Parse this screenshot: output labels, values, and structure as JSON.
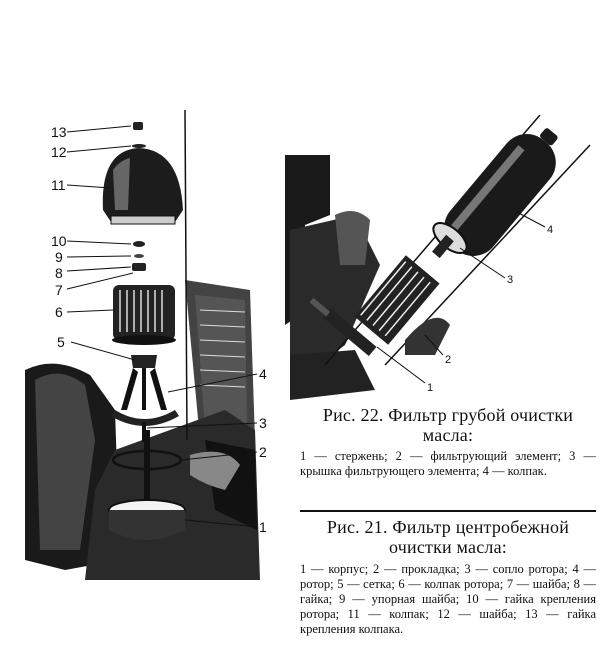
{
  "figure_left": {
    "labels": [
      "13",
      "12",
      "11",
      "10",
      "9",
      "8",
      "7",
      "6",
      "5",
      "4",
      "3",
      "2",
      "1"
    ]
  },
  "figure_right": {
    "labels": [
      "4",
      "3",
      "2",
      "1"
    ]
  },
  "caption22": {
    "title": "Рис. 22. Фильтр грубой очистки масла:",
    "body": "1 — стержень; 2 — фильтрующий элемент; 3 — крышка фильтрующего элемента; 4 — колпак."
  },
  "caption21": {
    "title": "Рис. 21. Фильтр центробежной очистки масла:",
    "body": "1 — корпус; 2 — прокладка; 3 — сопло ротора; 4 — ротор; 5 — сетка; 6 — колпак ротора; 7 — шайба; 8 — гайка; 9 — упорная шайба; 10 — гайка крепления ротора; 11 — колпак; 12 — шайба; 13 — гайка крепления колпака."
  }
}
